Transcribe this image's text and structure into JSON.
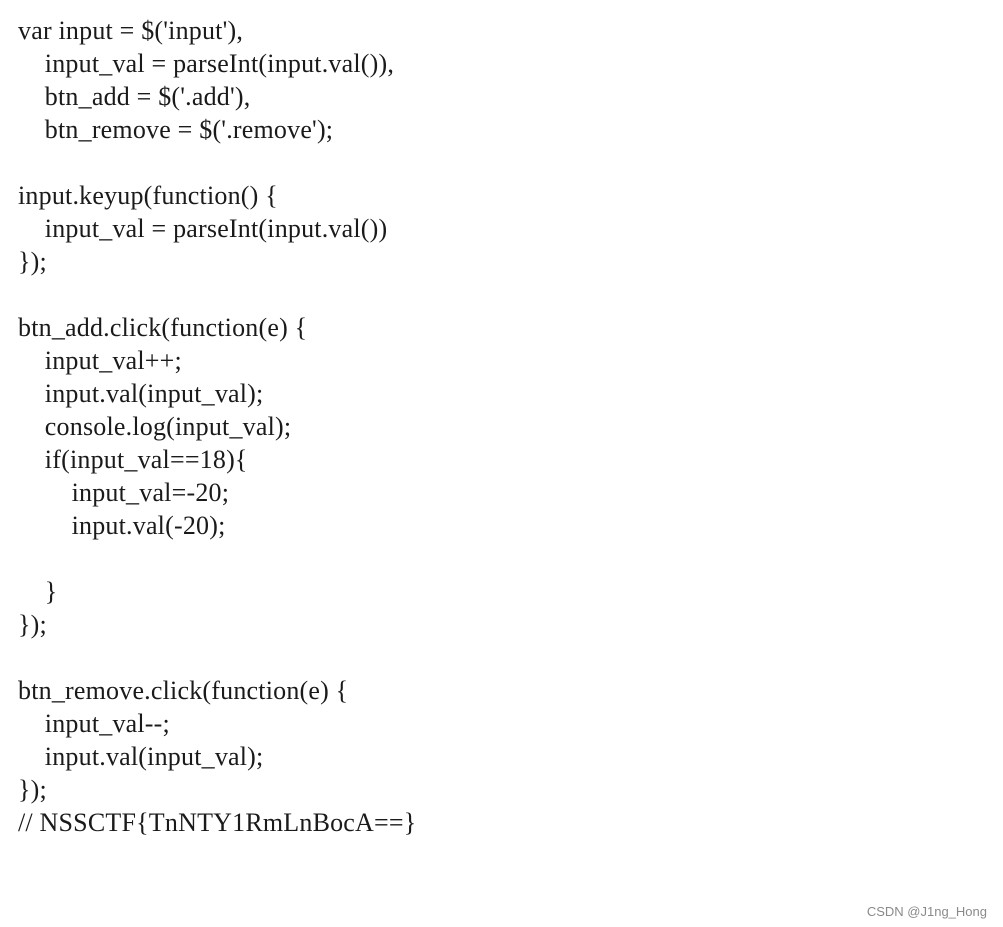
{
  "code": {
    "lines": [
      "var input = $('input'),",
      "    input_val = parseInt(input.val()),",
      "    btn_add = $('.add'),",
      "    btn_remove = $('.remove');",
      "",
      "input.keyup(function() {",
      "    input_val = parseInt(input.val())",
      "});",
      "",
      "btn_add.click(function(e) {",
      "    input_val++;",
      "    input.val(input_val);",
      "    console.log(input_val);",
      "    if(input_val==18){",
      "        input_val=-20;",
      "        input.val(-20);",
      "",
      "    }",
      "});",
      "",
      "btn_remove.click(function(e) {",
      "    input_val--;",
      "    input.val(input_val);",
      "});",
      "// NSSCTF{TnNTY1RmLnBocA==}"
    ]
  },
  "watermark": {
    "text": "CSDN @J1ng_Hong"
  }
}
